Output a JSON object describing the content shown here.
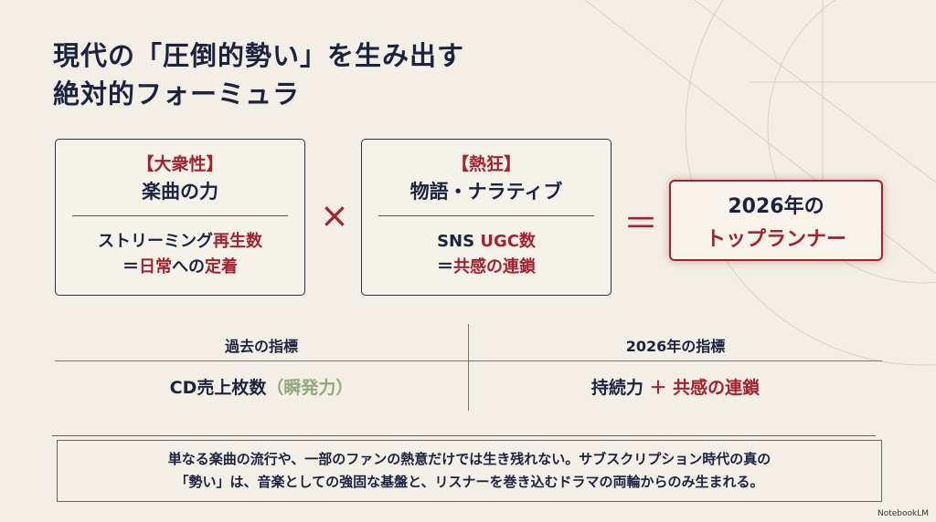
{
  "title": {
    "line1": "現代の「圧倒的勢い」を生み出す",
    "line2": "絶対的フォーミュラ"
  },
  "box1": {
    "tag": "【大衆性】",
    "head": "楽曲の力",
    "sub1a": "ストリーミング",
    "sub1b": "再生数",
    "sub2a": "＝",
    "sub2b": "日常",
    "sub2c": "への",
    "sub2d": "定着"
  },
  "times": "×",
  "box2": {
    "tag": "【熱狂】",
    "head": "物語・ナラティブ",
    "sub1a": "SNS ",
    "sub1b": "UGC数",
    "sub2a": "＝",
    "sub2b": "共感の連鎖"
  },
  "equals": "＝",
  "result": {
    "line1": "2026年の",
    "line2": "トップランナー"
  },
  "table": {
    "headers": [
      "過去の指標",
      "2026年の指標"
    ],
    "left_a": "CD売上枚数",
    "left_b": "（瞬発力）",
    "right_a": "持続力",
    "right_b": " ＋ 共感の連鎖"
  },
  "quote": {
    "line1": "単なる楽曲の流行や、一部のファンの熱意だけでは生き残れない。サブスクリプション時代の真の",
    "line2": "「勢い」は、音楽としての強固な基盤と、リスナーを巻き込むドラマの両輪からのみ生まれる。"
  },
  "brand": "NotebookLM",
  "colors": {
    "accent": "#a3222e",
    "text": "#1c2340",
    "muted": "#93a67e",
    "background": "#f3efe6"
  }
}
